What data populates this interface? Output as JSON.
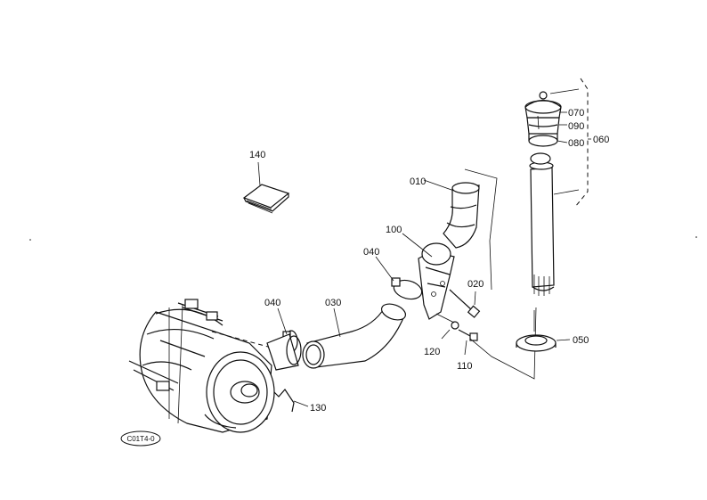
{
  "callouts": {
    "c010": "010",
    "c020": "020",
    "c030": "030",
    "c040a": "040",
    "c040b": "040",
    "c050": "050",
    "c060": "060",
    "c070": "070",
    "c080": "080",
    "c090": "090",
    "c100": "100",
    "c110": "110",
    "c120": "120",
    "c130": "130",
    "c140": "140"
  },
  "diagram_code": "C01T4-0"
}
